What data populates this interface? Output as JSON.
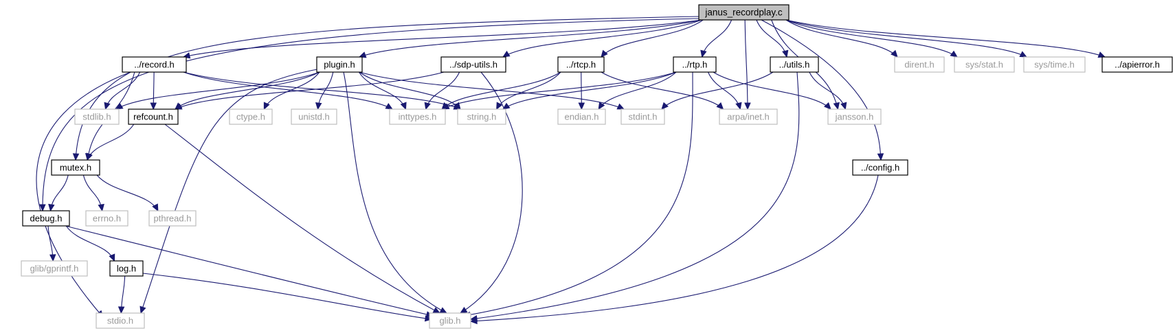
{
  "graph": {
    "colors": {
      "edge": "#191970",
      "root_fill": "#bfbfbf",
      "node_border": "#000000",
      "external_border": "#bfbfbf",
      "external_text": "#999999"
    },
    "nodes": [
      {
        "id": "janus_recordplay",
        "label": "janus_recordplay.c",
        "kind": "root"
      },
      {
        "id": "record",
        "label": "../record.h",
        "kind": "documented"
      },
      {
        "id": "plugin",
        "label": "plugin.h",
        "kind": "documented"
      },
      {
        "id": "sdputils",
        "label": "../sdp-utils.h",
        "kind": "documented"
      },
      {
        "id": "rtcp",
        "label": "../rtcp.h",
        "kind": "documented"
      },
      {
        "id": "rtp",
        "label": "../rtp.h",
        "kind": "documented"
      },
      {
        "id": "utils",
        "label": "../utils.h",
        "kind": "documented"
      },
      {
        "id": "dirent",
        "label": "dirent.h",
        "kind": "external"
      },
      {
        "id": "sysstat",
        "label": "sys/stat.h",
        "kind": "external"
      },
      {
        "id": "systime",
        "label": "sys/time.h",
        "kind": "external"
      },
      {
        "id": "apierror",
        "label": "../apierror.h",
        "kind": "documented"
      },
      {
        "id": "stdlib",
        "label": "stdlib.h",
        "kind": "external"
      },
      {
        "id": "refcount",
        "label": "refcount.h",
        "kind": "documented"
      },
      {
        "id": "ctype",
        "label": "ctype.h",
        "kind": "external"
      },
      {
        "id": "unistd",
        "label": "unistd.h",
        "kind": "external"
      },
      {
        "id": "inttypes",
        "label": "inttypes.h",
        "kind": "external"
      },
      {
        "id": "string",
        "label": "string.h",
        "kind": "external"
      },
      {
        "id": "endian",
        "label": "endian.h",
        "kind": "external"
      },
      {
        "id": "stdint",
        "label": "stdint.h",
        "kind": "external"
      },
      {
        "id": "arpainet",
        "label": "arpa/inet.h",
        "kind": "external"
      },
      {
        "id": "jansson",
        "label": "jansson.h",
        "kind": "external"
      },
      {
        "id": "mutex",
        "label": "mutex.h",
        "kind": "documented"
      },
      {
        "id": "config",
        "label": "../config.h",
        "kind": "documented"
      },
      {
        "id": "debug",
        "label": "debug.h",
        "kind": "documented"
      },
      {
        "id": "errno",
        "label": "errno.h",
        "kind": "external"
      },
      {
        "id": "pthread",
        "label": "pthread.h",
        "kind": "external"
      },
      {
        "id": "gprintf",
        "label": "glib/gprintf.h",
        "kind": "external"
      },
      {
        "id": "log",
        "label": "log.h",
        "kind": "documented"
      },
      {
        "id": "stdio",
        "label": "stdio.h",
        "kind": "external"
      },
      {
        "id": "glib",
        "label": "glib.h",
        "kind": "external"
      }
    ],
    "edges": [
      [
        "janus_recordplay",
        "record"
      ],
      [
        "janus_recordplay",
        "plugin"
      ],
      [
        "janus_recordplay",
        "sdputils"
      ],
      [
        "janus_recordplay",
        "rtcp"
      ],
      [
        "janus_recordplay",
        "rtp"
      ],
      [
        "janus_recordplay",
        "utils"
      ],
      [
        "janus_recordplay",
        "dirent"
      ],
      [
        "janus_recordplay",
        "sysstat"
      ],
      [
        "janus_recordplay",
        "systime"
      ],
      [
        "janus_recordplay",
        "apierror"
      ],
      [
        "janus_recordplay",
        "arpainet"
      ],
      [
        "janus_recordplay",
        "jansson"
      ],
      [
        "janus_recordplay",
        "config"
      ],
      [
        "janus_recordplay",
        "mutex"
      ],
      [
        "janus_recordplay",
        "debug"
      ],
      [
        "record",
        "stdlib"
      ],
      [
        "record",
        "refcount"
      ],
      [
        "record",
        "inttypes"
      ],
      [
        "record",
        "string"
      ],
      [
        "record",
        "mutex"
      ],
      [
        "record",
        "stdio"
      ],
      [
        "plugin",
        "stdlib"
      ],
      [
        "plugin",
        "refcount"
      ],
      [
        "plugin",
        "ctype"
      ],
      [
        "plugin",
        "unistd"
      ],
      [
        "plugin",
        "inttypes"
      ],
      [
        "plugin",
        "string"
      ],
      [
        "plugin",
        "stdint"
      ],
      [
        "plugin",
        "glib"
      ],
      [
        "plugin",
        "stdio"
      ],
      [
        "sdputils",
        "refcount"
      ],
      [
        "sdputils",
        "inttypes"
      ],
      [
        "sdputils",
        "glib"
      ],
      [
        "rtcp",
        "inttypes"
      ],
      [
        "rtcp",
        "string"
      ],
      [
        "rtcp",
        "endian"
      ],
      [
        "rtcp",
        "arpainet"
      ],
      [
        "rtp",
        "inttypes"
      ],
      [
        "rtp",
        "string"
      ],
      [
        "rtp",
        "endian"
      ],
      [
        "rtp",
        "arpainet"
      ],
      [
        "rtp",
        "jansson"
      ],
      [
        "rtp",
        "glib"
      ],
      [
        "utils",
        "stdint"
      ],
      [
        "utils",
        "jansson"
      ],
      [
        "utils",
        "glib"
      ],
      [
        "refcount",
        "mutex"
      ],
      [
        "refcount",
        "glib"
      ],
      [
        "mutex",
        "debug"
      ],
      [
        "mutex",
        "errno"
      ],
      [
        "mutex",
        "pthread"
      ],
      [
        "debug",
        "gprintf"
      ],
      [
        "debug",
        "log"
      ],
      [
        "debug",
        "glib"
      ],
      [
        "log",
        "stdio"
      ],
      [
        "log",
        "glib"
      ],
      [
        "config",
        "glib"
      ]
    ]
  }
}
